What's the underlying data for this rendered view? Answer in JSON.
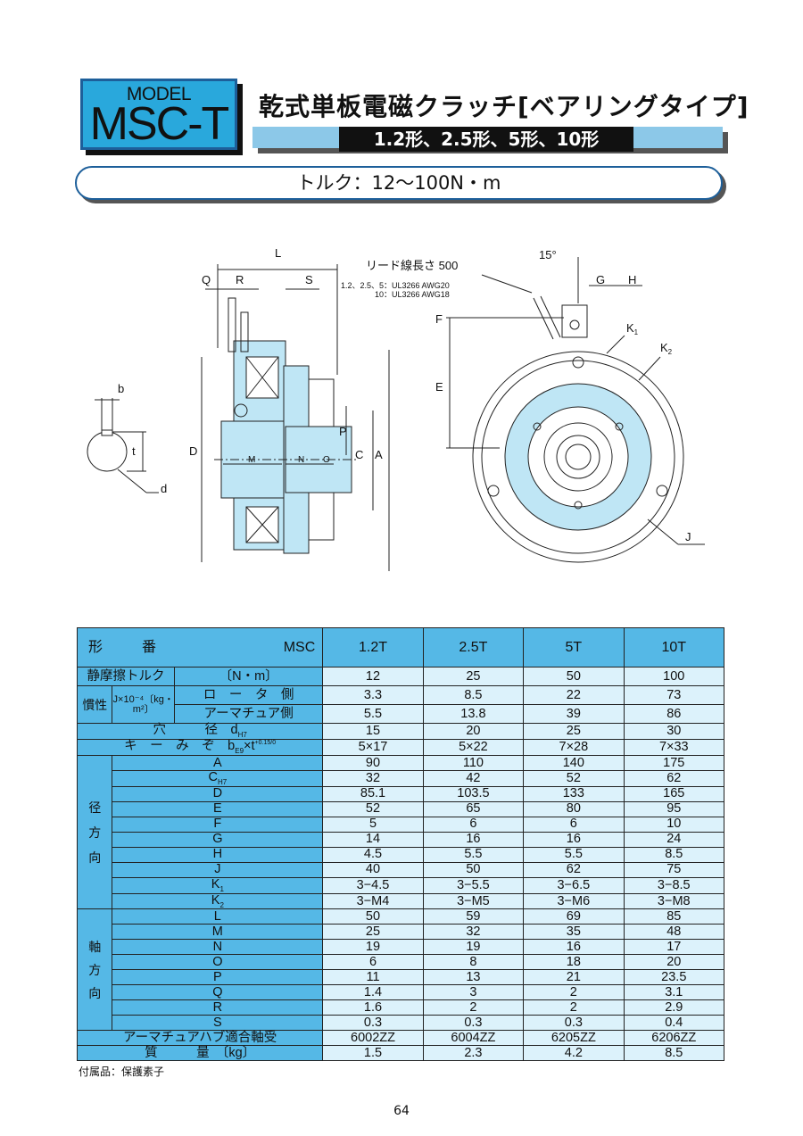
{
  "header": {
    "model_label": "MODEL",
    "model_name": "MSC-T",
    "title": "乾式単板電磁クラッチ[ベアリングタイプ]",
    "subtitle": "1.2形、2.5形、5形、10形",
    "torque": "トルク：12〜100N・m"
  },
  "drawing_labels": {
    "L": "L",
    "Q": "Q",
    "R": "R",
    "S": "S",
    "b": "b",
    "t": "t",
    "d": "d",
    "D": "D",
    "M": "M",
    "N": "N",
    "O": "O",
    "P": "P",
    "C": "C",
    "A": "A",
    "E": "E",
    "F": "F",
    "G": "G",
    "H": "H",
    "K1": "K",
    "K1_sub": "1",
    "K2": "K",
    "K2_sub": "2",
    "J": "J",
    "angle": "15°",
    "lead": "リード線長さ 500",
    "lead_spec1": "1.2、2.5、5：UL3266 AWG20",
    "lead_spec2": "10：UL3266 AWG18"
  },
  "table": {
    "header": {
      "col0": "形　番",
      "col0b": "MSC",
      "sizes": [
        "1.2T",
        "2.5T",
        "5T",
        "10T"
      ]
    },
    "static_torque": {
      "label": "静摩擦トルク",
      "unit": "〔N・m〕",
      "values": [
        "12",
        "25",
        "50",
        "100"
      ]
    },
    "inertia": {
      "group": "慣性",
      "unit": "J×10⁻⁴〔kg・m²〕",
      "rotor_label": "ロ　ー　タ　側",
      "rotor": [
        "3.3",
        "8.5",
        "22",
        "73"
      ],
      "armature_label": "アーマチュア側",
      "armature": [
        "5.5",
        "13.8",
        "39",
        "86"
      ]
    },
    "bore": {
      "label": "穴　　　径　d",
      "sub": "H7",
      "values": [
        "15",
        "20",
        "25",
        "30"
      ]
    },
    "keyway": {
      "label": "キ　ー　み　ぞ　b",
      "sub": "E9",
      "tail": "×t",
      "tol": "+0.15/0",
      "values": [
        "5×17",
        "5×22",
        "7×28",
        "7×33"
      ]
    },
    "radial_group": [
      "径",
      "方",
      "向"
    ],
    "radial": [
      {
        "dim": "A",
        "values": [
          "90",
          "110",
          "140",
          "175"
        ]
      },
      {
        "dim": "C",
        "sub": "H7",
        "values": [
          "32",
          "42",
          "52",
          "62"
        ]
      },
      {
        "dim": "D",
        "values": [
          "85.1",
          "103.5",
          "133",
          "165"
        ]
      },
      {
        "dim": "E",
        "values": [
          "52",
          "65",
          "80",
          "95"
        ]
      },
      {
        "dim": "F",
        "values": [
          "5",
          "6",
          "6",
          "10"
        ]
      },
      {
        "dim": "G",
        "values": [
          "14",
          "16",
          "16",
          "24"
        ]
      },
      {
        "dim": "H",
        "values": [
          "4.5",
          "5.5",
          "5.5",
          "8.5"
        ]
      },
      {
        "dim": "J",
        "values": [
          "40",
          "50",
          "62",
          "75"
        ]
      },
      {
        "dim": "K",
        "sub": "1",
        "values": [
          "3−4.5",
          "3−5.5",
          "3−6.5",
          "3−8.5"
        ]
      },
      {
        "dim": "K",
        "sub": "2",
        "values": [
          "3−M4",
          "3−M5",
          "3−M6",
          "3−M8"
        ]
      }
    ],
    "axial_group": [
      "軸",
      "方",
      "向"
    ],
    "axial": [
      {
        "dim": "L",
        "values": [
          "50",
          "59",
          "69",
          "85"
        ]
      },
      {
        "dim": "M",
        "values": [
          "25",
          "32",
          "35",
          "48"
        ]
      },
      {
        "dim": "N",
        "values": [
          "19",
          "19",
          "16",
          "17"
        ]
      },
      {
        "dim": "O",
        "values": [
          "6",
          "8",
          "18",
          "20"
        ]
      },
      {
        "dim": "P",
        "values": [
          "11",
          "13",
          "21",
          "23.5"
        ]
      },
      {
        "dim": "Q",
        "values": [
          "1.4",
          "3",
          "2",
          "3.1"
        ]
      },
      {
        "dim": "R",
        "values": [
          "1.6",
          "2",
          "2",
          "2.9"
        ]
      },
      {
        "dim": "S",
        "values": [
          "0.3",
          "0.3",
          "0.3",
          "0.4"
        ]
      }
    ],
    "bearing": {
      "label": "アーマチュアハブ適合軸受",
      "values": [
        "6002ZZ",
        "6004ZZ",
        "6205ZZ",
        "6206ZZ"
      ]
    },
    "mass": {
      "label": "質　　　量　〔kg〕",
      "values": [
        "1.5",
        "2.3",
        "4.2",
        "8.5"
      ]
    }
  },
  "note": "付属品：保護素子",
  "page_number": "64",
  "colors": {
    "accent_blue": "#29a8dc",
    "header_blue": "#55b8e6",
    "cell_blue": "#dcf2fb",
    "drawing_fill": "#bfe6f5"
  }
}
